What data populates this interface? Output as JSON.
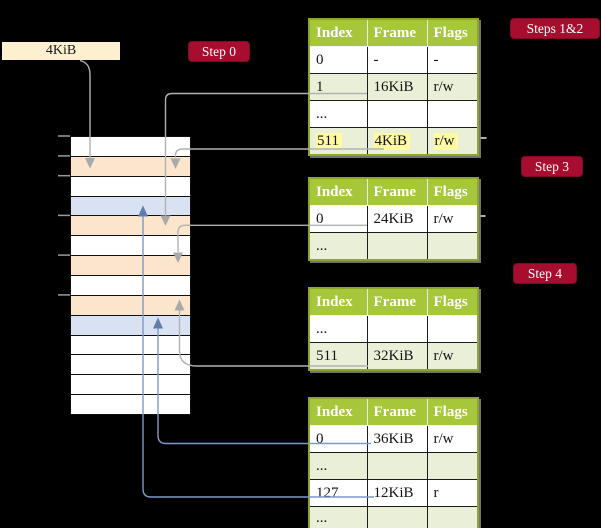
{
  "labels": {
    "frame_size": "4KiB"
  },
  "badges": {
    "step0": "Step 0",
    "steps12": "Steps 1&2",
    "step3": "Step 3",
    "step4": "Step 4"
  },
  "memory": {
    "rows": [
      "white",
      "peach",
      "white",
      "blue",
      "peach",
      "white",
      "peach",
      "white",
      "peach",
      "blue",
      "white",
      "white",
      "white",
      "white"
    ]
  },
  "tables": {
    "t1": {
      "headers": [
        "Index",
        "Frame",
        "Flags"
      ],
      "rows": [
        [
          "0",
          "-",
          "-"
        ],
        [
          "1",
          "16KiB",
          "r/w"
        ],
        [
          "...",
          "",
          ""
        ],
        [
          "511",
          "4KiB",
          "r/w"
        ]
      ]
    },
    "t2": {
      "headers": [
        "Index",
        "Frame",
        "Flags"
      ],
      "rows": [
        [
          "0",
          "24KiB",
          "r/w"
        ],
        [
          "...",
          "",
          ""
        ]
      ]
    },
    "t3": {
      "headers": [
        "Index",
        "Frame",
        "Flags"
      ],
      "rows": [
        [
          "...",
          "",
          ""
        ],
        [
          "511",
          "32KiB",
          "r/w"
        ]
      ]
    },
    "t4": {
      "headers": [
        "Index",
        "Frame",
        "Flags"
      ],
      "rows": [
        [
          "0",
          "36KiB",
          "r/w"
        ],
        [
          "...",
          "",
          ""
        ],
        [
          "127",
          "12KiB",
          "r"
        ],
        [
          "...",
          "",
          ""
        ]
      ]
    }
  },
  "colors": {
    "page_table_frame_peach": "#fce5cd",
    "data_frame_blue": "#d9e2f3",
    "table_header_green": "#a5c739",
    "table_row_green": "#eaf0d8",
    "table_border_olive": "#8fa62c",
    "badge_red": "#a60d2e",
    "highlight_yellow": "#fff9a4",
    "frame_label_cream": "#fcf0cf",
    "connector_gray": "#b1b1b1",
    "connector_blue": "#7d99cb"
  }
}
